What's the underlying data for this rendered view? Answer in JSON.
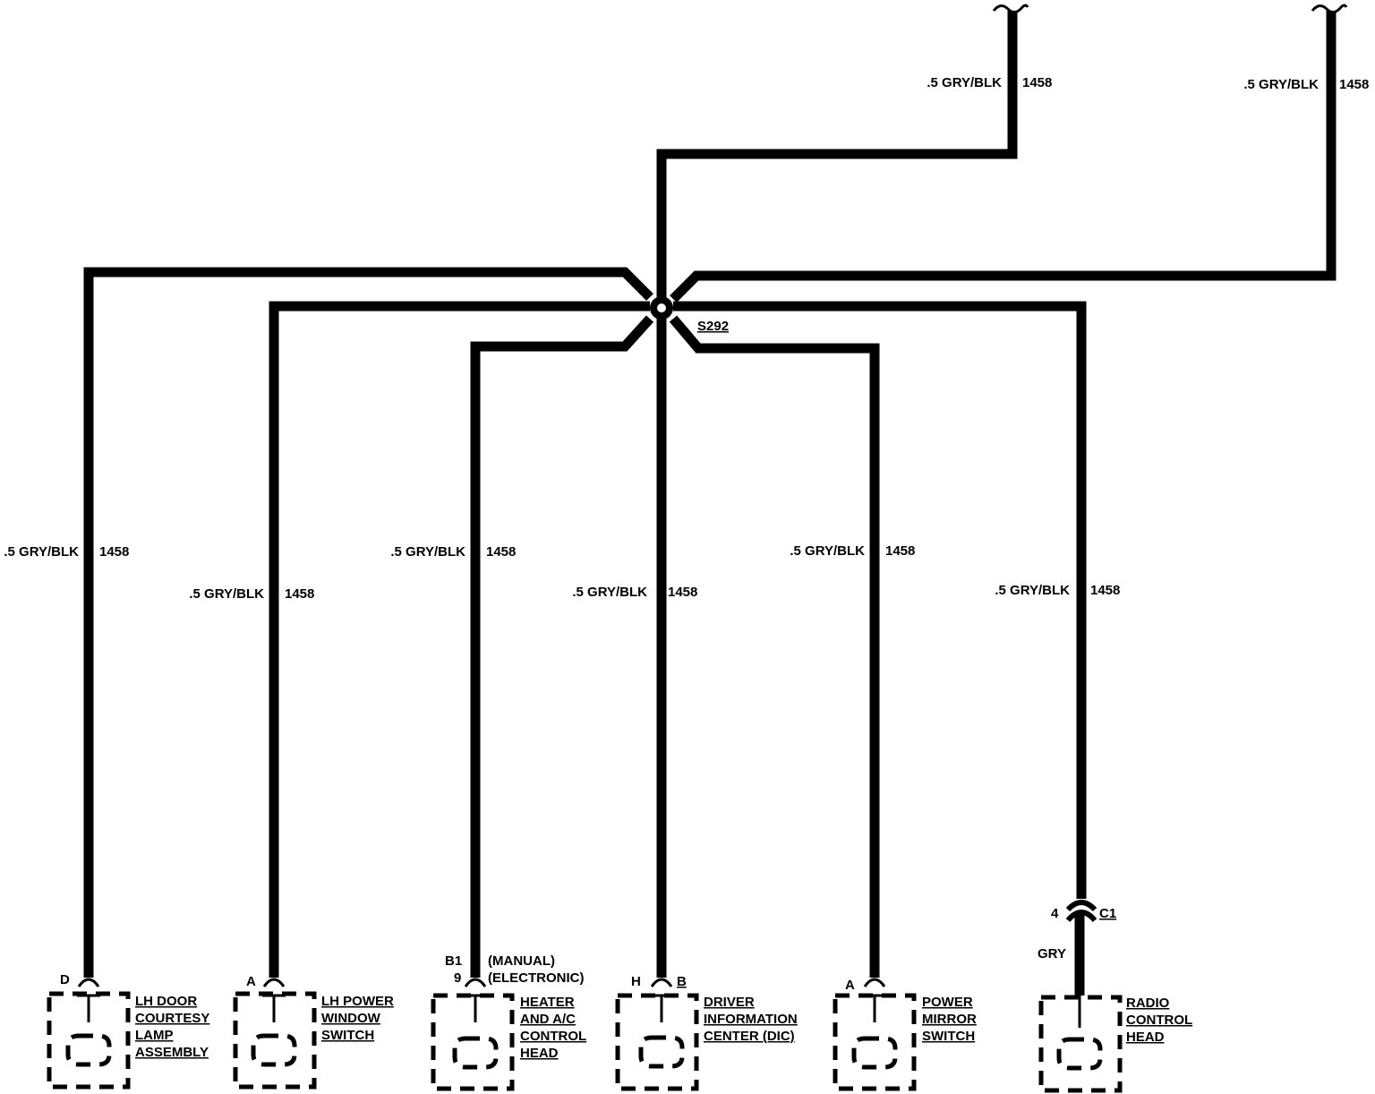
{
  "splice": {
    "id": "S292"
  },
  "upper_wires": [
    {
      "name": ".5 GRY/BLK",
      "circuit": "1458"
    },
    {
      "name": ".5 GRY/BLK",
      "circuit": "1458"
    }
  ],
  "branch_wires": [
    {
      "name": ".5 GRY/BLK",
      "circuit": "1458"
    },
    {
      "name": ".5 GRY/BLK",
      "circuit": "1458"
    },
    {
      "name": ".5 GRY/BLK",
      "circuit": "1458"
    },
    {
      "name": ".5 GRY/BLK",
      "circuit": "1458"
    },
    {
      "name": ".5 GRY/BLK",
      "circuit": "1458"
    },
    {
      "name": ".5 GRY/BLK",
      "circuit": "1458"
    }
  ],
  "components": [
    {
      "pin": "D",
      "lines": [
        "LH DOOR",
        "COURTESY",
        "LAMP",
        "ASSEMBLY"
      ]
    },
    {
      "pin": "A",
      "lines": [
        "LH POWER",
        "WINDOW",
        "SWITCH"
      ]
    },
    {
      "pin": "B1",
      "pin2": "9",
      "note1": "(MANUAL)",
      "note2": "(ELECTRONIC)",
      "lines": [
        "HEATER",
        "AND A/C",
        "CONTROL",
        "HEAD"
      ]
    },
    {
      "pin": "H",
      "pin2": "B",
      "lines": [
        "DRIVER",
        "INFORMATION",
        "CENTER (DIC)"
      ]
    },
    {
      "pin": "A",
      "lines": [
        "POWER",
        "MIRROR",
        "SWITCH"
      ]
    },
    {
      "pin": "",
      "lines": [
        "RADIO",
        "CONTROL",
        "HEAD"
      ]
    }
  ],
  "radio_connector": {
    "pin": "4",
    "connector": "C1",
    "wire": "GRY"
  }
}
